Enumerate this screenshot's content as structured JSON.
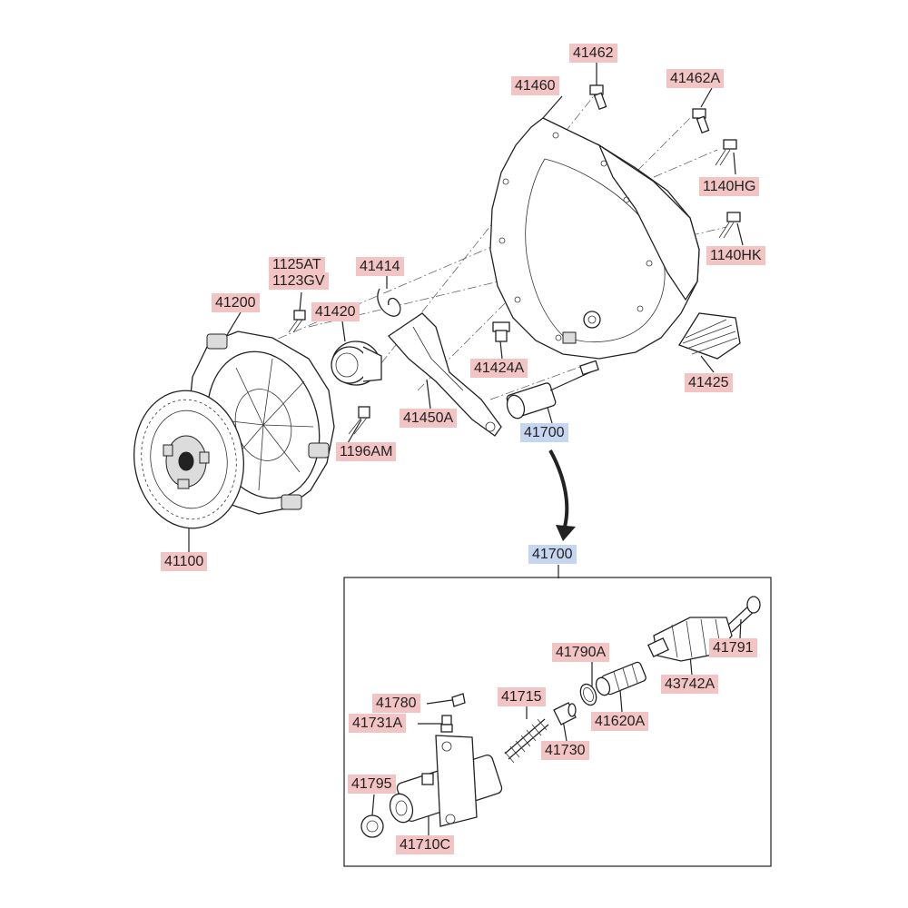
{
  "colors": {
    "label_bg": "#f2c4c4",
    "assembly_label_bg": "#c6d6f0",
    "line": "#222222"
  },
  "main_view": {
    "labels": {
      "p41462": "41462",
      "p41460": "41460",
      "p41462A": "41462A",
      "p1140HG": "1140HG",
      "p1140HK": "1140HK",
      "p1125AT": "1125AT",
      "p1123GV": "1123GV",
      "p41414": "41414",
      "p41200": "41200",
      "p41420": "41420",
      "p41424A": "41424A",
      "p41425": "41425",
      "p41450A": "41450A",
      "p41700": "41700",
      "p1196AM": "1196AM",
      "p41100": "41100"
    }
  },
  "detail_view": {
    "assembly_label": "41700",
    "labels": {
      "p41790A": "41790A",
      "p41791": "41791",
      "p41715": "41715",
      "p43742A": "43742A",
      "p41780": "41780",
      "p41620A": "41620A",
      "p41731A": "41731A",
      "p41730": "41730",
      "p41795": "41795",
      "p41710C": "41710C"
    }
  }
}
